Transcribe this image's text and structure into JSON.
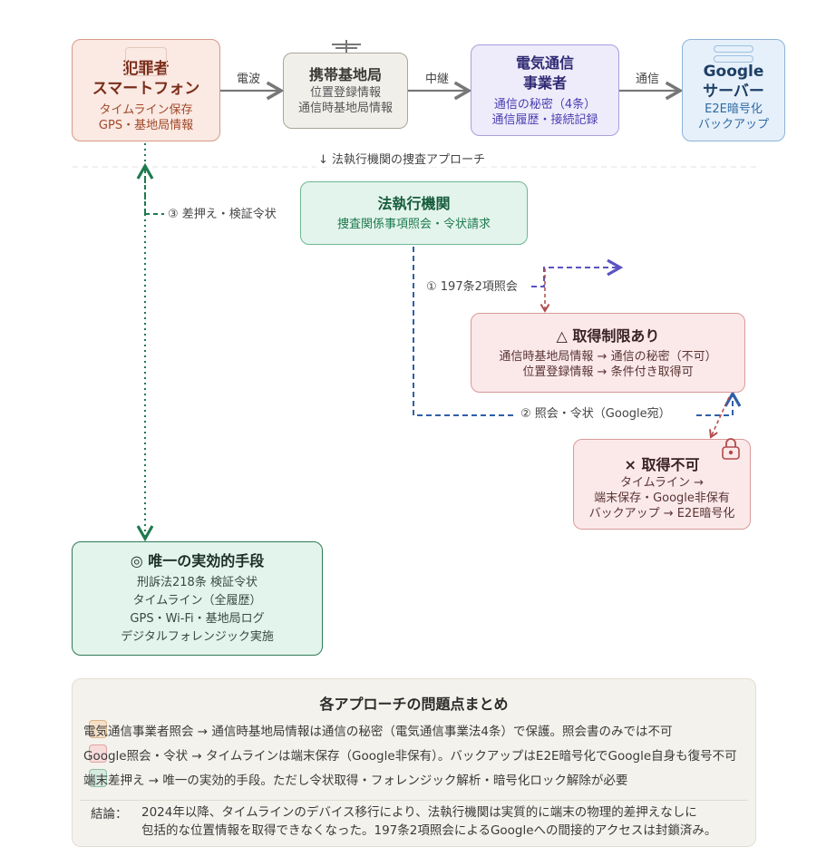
{
  "colors": {
    "phone_fill": "#fbe9e3",
    "base_fill": "#f1efea",
    "carrier_fill": "#eeebfb",
    "google_fill": "#e6f0fa",
    "law_fill": "#e3f4ec",
    "limited_fill": "#fbe9e9",
    "effective_fill": "#e3f4ec",
    "path1_color": "#5b52c4",
    "path2_color": "#2f5fa8",
    "path3_color": "#1e7a4f",
    "blocked_color": "#b24a4a"
  },
  "nodes": {
    "phone": {
      "title_line1": "犯罪者",
      "title_line2": "スマートフォン",
      "sub_line1": "タイムライン保存",
      "sub_line2": "GPS・基地局情報"
    },
    "base_station": {
      "title": "携帯基地局",
      "sub_line1": "位置登録情報",
      "sub_line2": "通信時基地局情報"
    },
    "carrier": {
      "title_line1": "電気通信",
      "title_line2": "事業者",
      "sub_line1": "通信の秘密（4条）",
      "sub_line2": "通信履歴・接続記録"
    },
    "google": {
      "title_line1": "Google",
      "title_line2": "サーバー",
      "sub_line1": "E2E暗号化",
      "sub_line2": "バックアップ"
    },
    "law": {
      "title": "法執行機関",
      "sub": "捜査関係事項照会・令状請求"
    },
    "limited": {
      "title": "△ 取得制限あり",
      "sub_line1": "通信時基地局情報 → 通信の秘密（不可）",
      "sub_line2": "位置登録情報 → 条件付き取得可"
    },
    "impossible": {
      "title": "× 取得不可",
      "sub_line1": "タイムライン →",
      "sub_line2": "端末保存・Google非保有",
      "sub_line3": "バックアップ → E2E暗号化"
    },
    "effective": {
      "title": "◎ 唯一の実効的手段",
      "sub_line1": "刑訴法218条 検証令状",
      "sub_line2": "タイムライン（全履歴）",
      "sub_line3": "GPS・Wi-Fi・基地局ログ",
      "sub_line4": "デジタルフォレンジック実施"
    }
  },
  "edges": {
    "radio": "電波",
    "relay": "中継",
    "comm": "通信",
    "approach_header": "↓ 法執行機関の捜査アプローチ",
    "path1": "① 197条2項照会",
    "path2": "② 照会・令状（Google宛）",
    "path3": "③ 差押え・検証令状"
  },
  "icons": {
    "antenna": "antenna-icon",
    "server": "server-icon",
    "lock": "lock-icon",
    "phone_screen": "phone-screen-icon"
  },
  "summary": {
    "title": "各アプローチの問題点まとめ",
    "rows": [
      {
        "text": "電気通信事業者照会 → 通信時基地局情報は通信の秘密（電気通信事業法4条）で保護。照会書のみでは不可",
        "swatch": "#f4dcc0"
      },
      {
        "text": "Google照会・令状 → タイムラインは端末保存（Google非保有）。バックアップはE2E暗号化でGoogle自身も復号不可",
        "swatch": "#f7d6d6"
      },
      {
        "text": "端末差押え → 唯一の実効的手段。ただし令状取得・フォレンジック解析・暗号化ロック解除が必要",
        "swatch": "#cfe9dc"
      }
    ],
    "conclusion_label": "結論：",
    "conclusion_line1": "2024年以降、タイムラインのデバイス移行により、法執行機関は実質的に端末の物理的差押えなしに",
    "conclusion_line2": "包括的な位置情報を取得できなくなった。197条2項照会によるGoogleへの間接的アクセスは封鎖済み。"
  }
}
